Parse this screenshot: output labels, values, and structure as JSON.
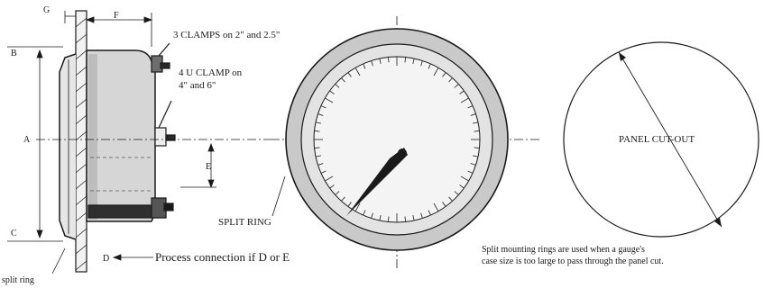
{
  "labels": {
    "clamps_top": "3 CLAMPS on 2\" and 2.5\"",
    "clamp_mid_1": "4 U CLAMP on",
    "clamp_mid_2": "4\" and 6\"",
    "split_ring": "SPLIT RING",
    "process_connection": "Process connection if D or E",
    "panel_cutout": "PANEL CUT-OUT",
    "note_line_1": "Split mounting rings are used when a gauge's",
    "note_line_2": "case size is too large to pass through the panel cut.",
    "split_ring_small": "split ring",
    "dims": {
      "g": "G",
      "f": "F",
      "b": "B",
      "a": "A",
      "c": "C",
      "e": "E",
      "d": "D"
    }
  }
}
